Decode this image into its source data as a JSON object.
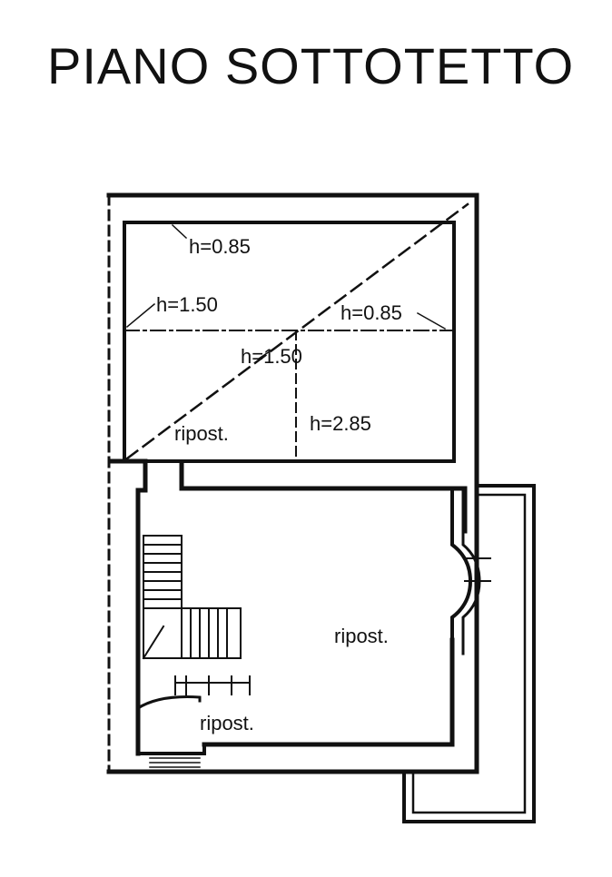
{
  "title": "PIANO SOTTOTETTO",
  "labels": {
    "h_085_top": "h=0.85",
    "h_150_left": "h=1.50",
    "h_085_right": "h=0.85",
    "h_150_center": "h=1.50",
    "h_285": "h=2.85",
    "ripost_upper": "ripost.",
    "ripost_main": "ripost.",
    "ripost_lower": "ripost."
  }
}
